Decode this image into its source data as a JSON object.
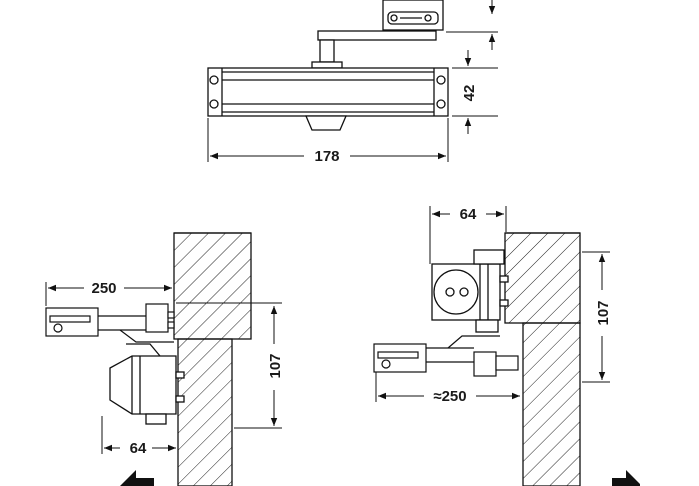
{
  "diagram": {
    "top_view": {
      "width_label": "178",
      "height_label": "42"
    },
    "left_install": {
      "reach_label": "250",
      "depth_label": "107",
      "offset_label": "64"
    },
    "right_install": {
      "offset_label": "64",
      "depth_label": "107",
      "reach_label": "≈250"
    }
  }
}
